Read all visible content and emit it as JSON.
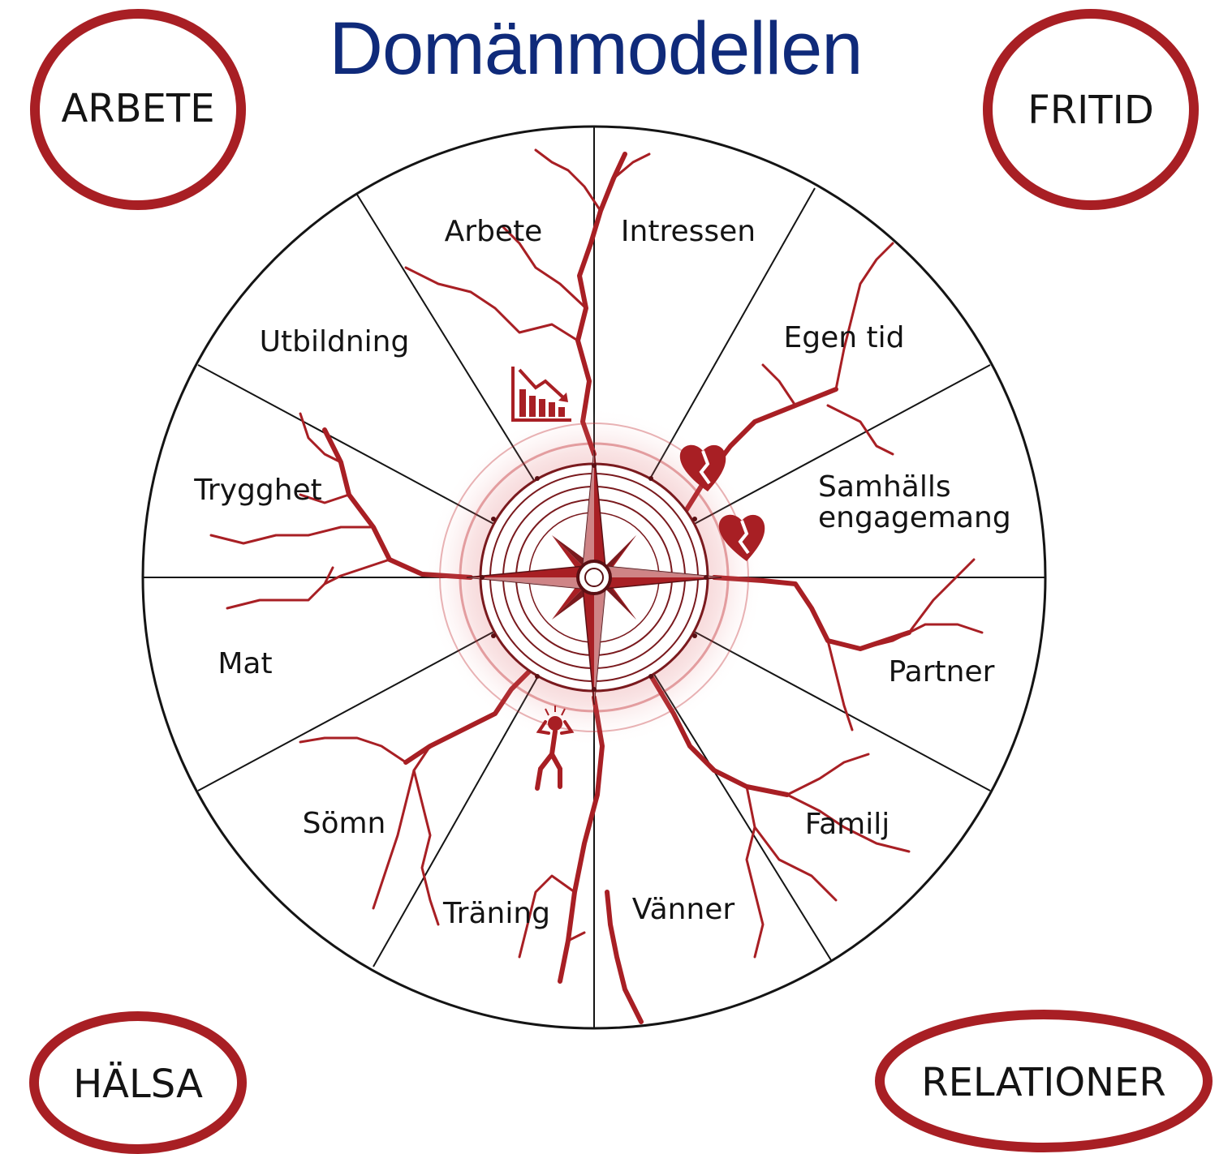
{
  "title": "Domänmodellen",
  "colors": {
    "title": "#0f2a7a",
    "accent_red": "#a81f24",
    "ink": "#141414"
  },
  "corners": {
    "top_left": "ARBETE",
    "top_right": "FRITID",
    "bottom_left": "HÄLSA",
    "bottom_right": "RELATIONER"
  },
  "segments": [
    "Arbete",
    "Intressen",
    "Egen tid",
    "Samhälls",
    "engagemang",
    "Partner",
    "Familj",
    "Vänner",
    "Träning",
    "Sömn",
    "Mat",
    "Trygghet",
    "Utbildning"
  ],
  "icons": {
    "center": "compass-rose-icon",
    "work": "declining-bar-chart-icon",
    "relations": "broken-heart-icon",
    "health": "stressed-person-icon"
  }
}
